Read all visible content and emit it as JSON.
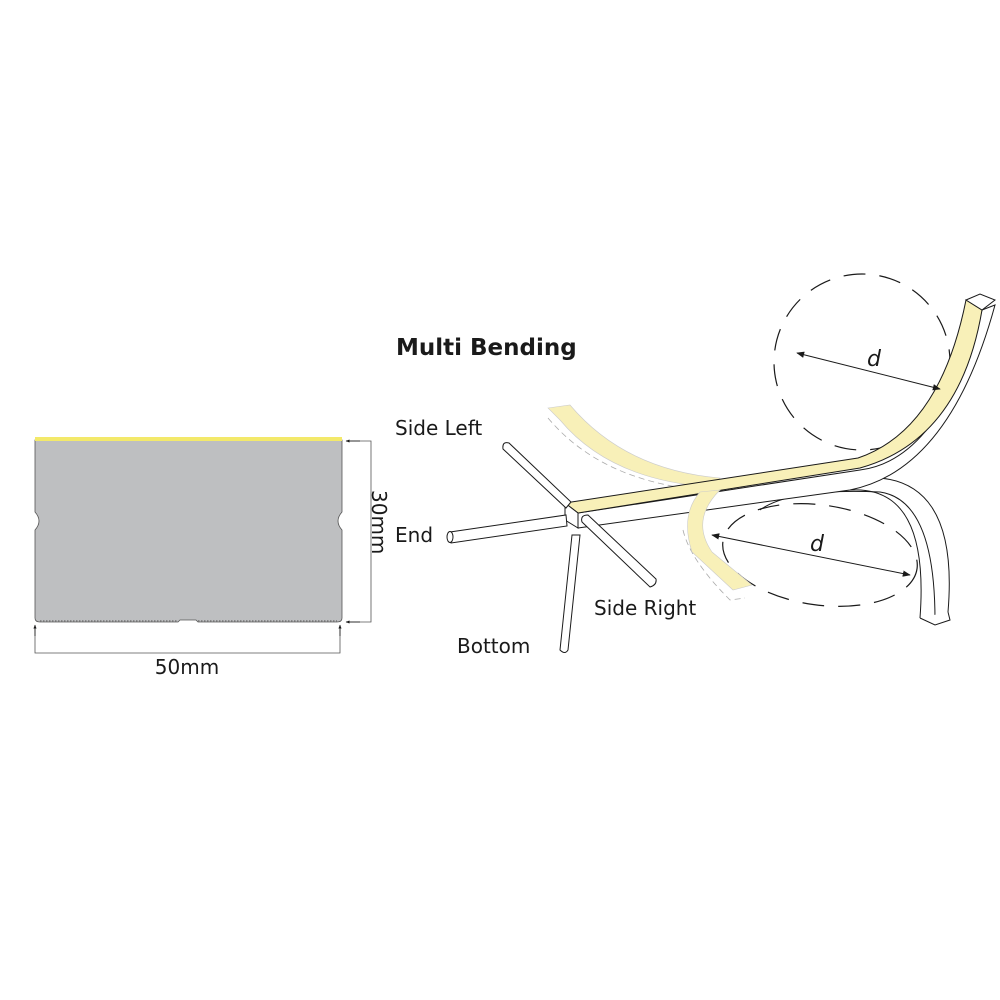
{
  "title": "Multi Bending",
  "profile": {
    "width_label": "50mm",
    "height_label": "30mm"
  },
  "bend_labels": {
    "side_left": "Side Left",
    "end": "End",
    "side_right": "Side Right",
    "bottom": "Bottom"
  },
  "diameter_label_top": "d",
  "diameter_label_bottom": "d",
  "colors": {
    "profile_body": "#bebfc1",
    "emitting_top": "#f3e96a",
    "strip_light": "#f8f0b8",
    "line": "#1a1a1a"
  }
}
